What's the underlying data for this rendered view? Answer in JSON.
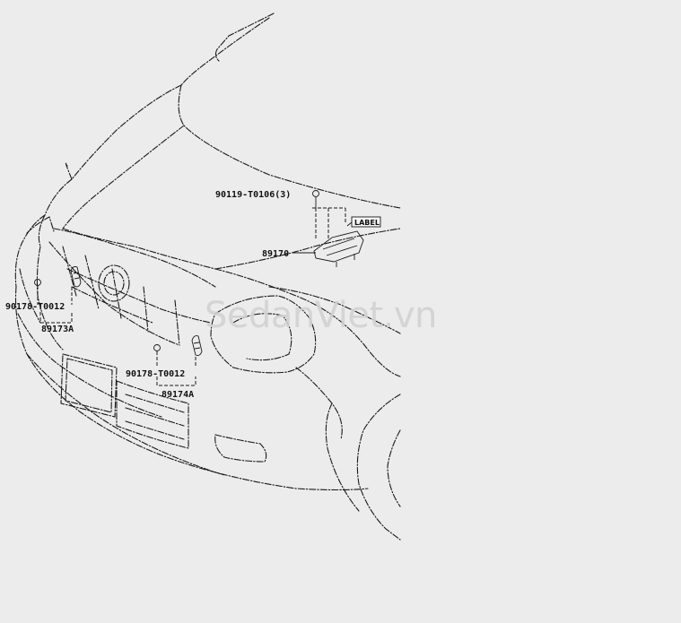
{
  "watermark": "SedanViet.vn",
  "parts": [
    {
      "id": "p90119",
      "label": "90119-T0106(3)"
    },
    {
      "id": "label_tag",
      "label": "LABEL"
    },
    {
      "id": "p89170",
      "label": "89170"
    },
    {
      "id": "p90178_left",
      "label": "90178-T0012"
    },
    {
      "id": "p89173a",
      "label": "89173A"
    },
    {
      "id": "p90178_right",
      "label": "90178-T0012"
    },
    {
      "id": "p89174a",
      "label": "89174A"
    }
  ],
  "colors": {
    "background": "#ececec",
    "line": "#1a1a1a",
    "watermark": "#d2d2d2"
  }
}
